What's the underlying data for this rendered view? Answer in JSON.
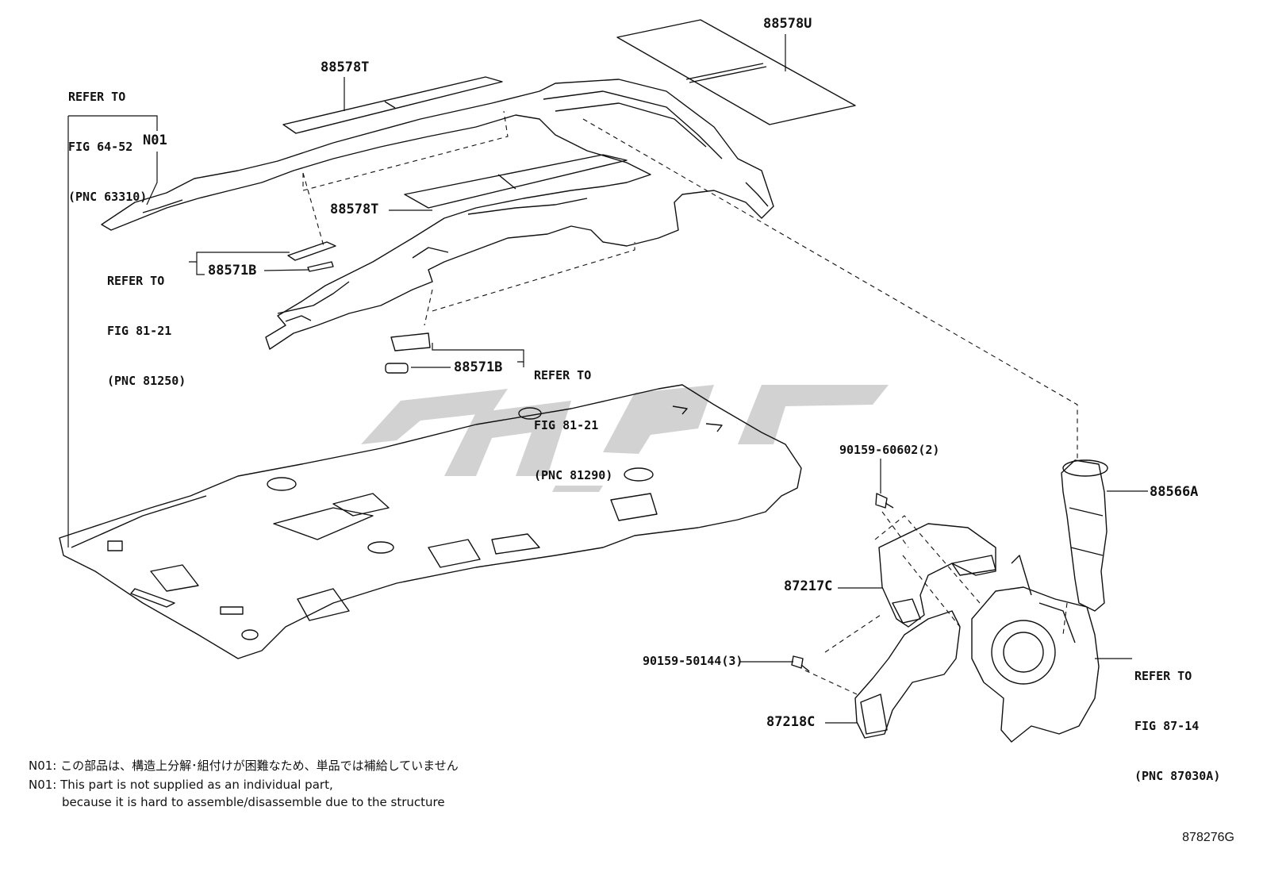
{
  "callouts": {
    "p88578U": "88578U",
    "p88578T_top": "88578T",
    "p88578T_mid": "88578T",
    "n01": "N01",
    "p88571B_upper": "88571B",
    "p88571B_lower": "88571B",
    "p90159_60602": "90159-60602(2)",
    "p88566A": "88566A",
    "p87217C": "87217C",
    "p90159_50144": "90159-50144(3)",
    "p87218C": "87218C"
  },
  "refs": {
    "ref1": {
      "line1": "REFER TO",
      "line2": "FIG 64-52",
      "line3": "(PNC 63310)"
    },
    "ref2": {
      "line1": "REFER TO",
      "line2": "FIG 81-21",
      "line3": "(PNC 81250)"
    },
    "ref3": {
      "line1": "REFER TO",
      "line2": "FIG 81-21",
      "line3": "(PNC 81290)"
    },
    "ref4": {
      "line1": "REFER TO",
      "line2": "FIG 87-14",
      "line3": "(PNC 87030A)"
    }
  },
  "notes": {
    "jp": "N01: この部品は、構造上分解･組付けが困難なため、単品では補給していません",
    "en1": "N01: This part is not supplied as an individual part,",
    "en2": "because it is hard to assemble/disassemble due to the structure"
  },
  "figure_id": "878276G"
}
